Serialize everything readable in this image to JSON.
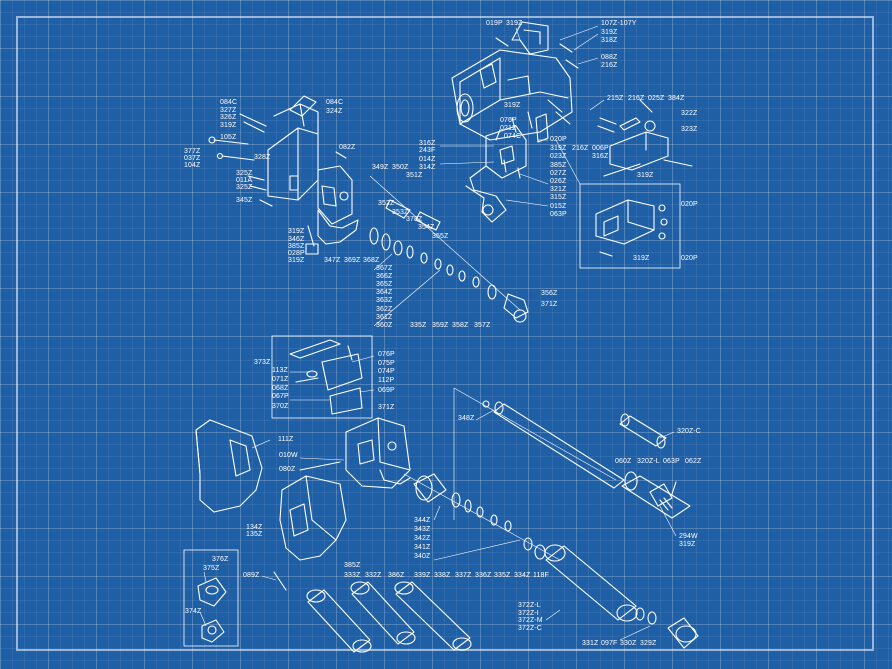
{
  "labels": [
    {
      "id": "l1",
      "text": "019P"
    },
    {
      "id": "l2",
      "text": "319Z"
    },
    {
      "id": "l3",
      "text": "107Z-107Y"
    },
    {
      "id": "l4",
      "text": "319Z"
    },
    {
      "id": "l5",
      "text": "318Z"
    },
    {
      "id": "l6",
      "text": "088Z"
    },
    {
      "id": "l7",
      "text": "216Z"
    },
    {
      "id": "l8",
      "text": "084C"
    },
    {
      "id": "l9",
      "text": "327Z"
    },
    {
      "id": "l10",
      "text": "326Z"
    },
    {
      "id": "l11",
      "text": "319Z"
    },
    {
      "id": "l12",
      "text": "084C"
    },
    {
      "id": "l13",
      "text": "324Z"
    },
    {
      "id": "l14",
      "text": "105Z"
    },
    {
      "id": "l15",
      "text": "377Z"
    },
    {
      "id": "l16",
      "text": "037Z"
    },
    {
      "id": "l17",
      "text": "104Z"
    },
    {
      "id": "l18",
      "text": "328Z"
    },
    {
      "id": "l19",
      "text": "082Z"
    },
    {
      "id": "l20",
      "text": "325Z"
    },
    {
      "id": "l21",
      "text": "011A"
    },
    {
      "id": "l22",
      "text": "325Z"
    },
    {
      "id": "l23",
      "text": "345Z"
    },
    {
      "id": "l24",
      "text": "349Z"
    },
    {
      "id": "l25",
      "text": "350Z"
    },
    {
      "id": "l26",
      "text": "351Z"
    },
    {
      "id": "l27",
      "text": "352Z"
    },
    {
      "id": "l28",
      "text": "353Z"
    },
    {
      "id": "l29",
      "text": "378Z"
    },
    {
      "id": "l30",
      "text": "354Z"
    },
    {
      "id": "l31",
      "text": "355Z"
    },
    {
      "id": "l32",
      "text": "319Z"
    },
    {
      "id": "l33",
      "text": "346Z"
    },
    {
      "id": "l34",
      "text": "385Z"
    },
    {
      "id": "l35",
      "text": "028P"
    },
    {
      "id": "l36",
      "text": "319Z"
    },
    {
      "id": "l37",
      "text": "347Z"
    },
    {
      "id": "l38",
      "text": "369Z"
    },
    {
      "id": "l39",
      "text": "368Z"
    },
    {
      "id": "l40",
      "text": "316Z"
    },
    {
      "id": "l41",
      "text": "243F"
    },
    {
      "id": "l42",
      "text": "014Z"
    },
    {
      "id": "l43",
      "text": "314Z"
    },
    {
      "id": "l44",
      "text": "319Z"
    },
    {
      "id": "l45",
      "text": "076P"
    },
    {
      "id": "l46",
      "text": "021Z"
    },
    {
      "id": "l47",
      "text": "074C"
    },
    {
      "id": "l48",
      "text": "020P"
    },
    {
      "id": "l49",
      "text": "319Z"
    },
    {
      "id": "l50",
      "text": "023Z"
    },
    {
      "id": "l51",
      "text": "385Z"
    },
    {
      "id": "l52",
      "text": "027Z"
    },
    {
      "id": "l53",
      "text": "026Z"
    },
    {
      "id": "l54",
      "text": "321Z"
    },
    {
      "id": "l55",
      "text": "315Z"
    },
    {
      "id": "l56",
      "text": "015Z"
    },
    {
      "id": "l57",
      "text": "063P"
    },
    {
      "id": "l58",
      "text": "215Z"
    },
    {
      "id": "l59",
      "text": "216Z"
    },
    {
      "id": "l60",
      "text": "025Z"
    },
    {
      "id": "l61",
      "text": "384Z"
    },
    {
      "id": "l62",
      "text": "322Z"
    },
    {
      "id": "l63",
      "text": "216Z"
    },
    {
      "id": "l64",
      "text": "006P"
    },
    {
      "id": "l65",
      "text": "316Z"
    },
    {
      "id": "l66",
      "text": "323Z"
    },
    {
      "id": "l67",
      "text": "319Z"
    },
    {
      "id": "l68",
      "text": "020P"
    },
    {
      "id": "l69",
      "text": "319Z"
    },
    {
      "id": "l70",
      "text": "020P"
    },
    {
      "id": "l71",
      "text": "367Z"
    },
    {
      "id": "l72",
      "text": "366Z"
    },
    {
      "id": "l73",
      "text": "365Z"
    },
    {
      "id": "l74",
      "text": "364Z"
    },
    {
      "id": "l75",
      "text": "363Z"
    },
    {
      "id": "l76",
      "text": "362Z"
    },
    {
      "id": "l77",
      "text": "361Z"
    },
    {
      "id": "l78",
      "text": "360Z"
    },
    {
      "id": "l79",
      "text": "335Z"
    },
    {
      "id": "l80",
      "text": "359Z"
    },
    {
      "id": "l81",
      "text": "358Z"
    },
    {
      "id": "l82",
      "text": "357Z"
    },
    {
      "id": "l83",
      "text": "356Z"
    },
    {
      "id": "l84",
      "text": "371Z"
    },
    {
      "id": "l85",
      "text": "373Z"
    },
    {
      "id": "l86",
      "text": "113Z"
    },
    {
      "id": "l87",
      "text": "071Z"
    },
    {
      "id": "l88",
      "text": "068Z"
    },
    {
      "id": "l89",
      "text": "067P"
    },
    {
      "id": "l90",
      "text": "370Z"
    },
    {
      "id": "l91",
      "text": "076P"
    },
    {
      "id": "l92",
      "text": "075P"
    },
    {
      "id": "l93",
      "text": "074P"
    },
    {
      "id": "l94",
      "text": "112P"
    },
    {
      "id": "l95",
      "text": "069P"
    },
    {
      "id": "l96",
      "text": "371Z"
    },
    {
      "id": "l97",
      "text": "348Z"
    },
    {
      "id": "l98",
      "text": "320Z-C"
    },
    {
      "id": "l99",
      "text": "111Z"
    },
    {
      "id": "l100",
      "text": "010W"
    },
    {
      "id": "l101",
      "text": "080Z"
    },
    {
      "id": "l102",
      "text": "060Z"
    },
    {
      "id": "l103",
      "text": "320Z-L"
    },
    {
      "id": "l104",
      "text": "063P"
    },
    {
      "id": "l105",
      "text": "062Z"
    },
    {
      "id": "l106",
      "text": "294W"
    },
    {
      "id": "l107",
      "text": "319Z"
    },
    {
      "id": "l108",
      "text": "344Z"
    },
    {
      "id": "l109",
      "text": "343Z"
    },
    {
      "id": "l110",
      "text": "342Z"
    },
    {
      "id": "l111",
      "text": "341Z"
    },
    {
      "id": "l112",
      "text": "340Z"
    },
    {
      "id": "l113",
      "text": "134Z"
    },
    {
      "id": "l114",
      "text": "135Z"
    },
    {
      "id": "l115",
      "text": "376Z"
    },
    {
      "id": "l116",
      "text": "375Z"
    },
    {
      "id": "l117",
      "text": "089Z"
    },
    {
      "id": "l118",
      "text": "385Z"
    },
    {
      "id": "l119",
      "text": "333Z"
    },
    {
      "id": "l120",
      "text": "332Z"
    },
    {
      "id": "l121",
      "text": "386Z"
    },
    {
      "id": "l122",
      "text": "339Z"
    },
    {
      "id": "l123",
      "text": "338Z"
    },
    {
      "id": "l124",
      "text": "337Z"
    },
    {
      "id": "l125",
      "text": "336Z"
    },
    {
      "id": "l126",
      "text": "335Z"
    },
    {
      "id": "l127",
      "text": "334Z"
    },
    {
      "id": "l128",
      "text": "118F"
    },
    {
      "id": "l129",
      "text": "374Z"
    },
    {
      "id": "l130",
      "text": "372Z-L"
    },
    {
      "id": "l131",
      "text": "372Z-I"
    },
    {
      "id": "l132",
      "text": "372Z-M"
    },
    {
      "id": "l133",
      "text": "372Z-C"
    },
    {
      "id": "l134",
      "text": "331Z"
    },
    {
      "id": "l135",
      "text": "097F"
    },
    {
      "id": "l136",
      "text": "330Z"
    },
    {
      "id": "l137",
      "text": "329Z"
    }
  ]
}
